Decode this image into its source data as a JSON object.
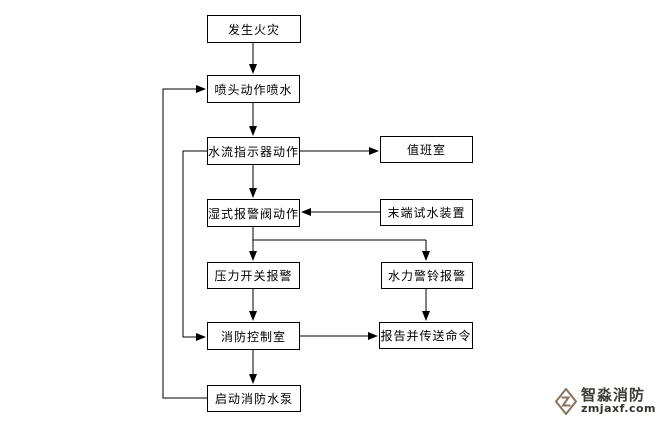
{
  "diagram": {
    "title_hint": "wet pipe sprinkler system fire alarm flowchart",
    "nodes": {
      "fire": {
        "label": "发生火灾"
      },
      "sprinkler": {
        "label": "喷头动作喷水"
      },
      "flow": {
        "label": "水流指示器动作"
      },
      "duty": {
        "label": "值班室"
      },
      "wet": {
        "label": "湿式报警阀动作"
      },
      "test": {
        "label": "末端试水装置"
      },
      "pressure": {
        "label": "压力开关报警"
      },
      "bell": {
        "label": "水力警铃报警"
      },
      "control": {
        "label": "消防控制室"
      },
      "report": {
        "label": "报告并传送命令"
      },
      "pump": {
        "label": "启动消防水泵"
      }
    },
    "edges": [
      {
        "from": "fire",
        "to": "sprinkler"
      },
      {
        "from": "sprinkler",
        "to": "flow"
      },
      {
        "from": "flow",
        "to": "duty"
      },
      {
        "from": "flow",
        "to": "wet"
      },
      {
        "from": "test",
        "to": "wet"
      },
      {
        "from": "wet",
        "to": "pressure"
      },
      {
        "from": "wet",
        "to": "bell"
      },
      {
        "from": "pressure",
        "to": "control"
      },
      {
        "from": "bell",
        "to": "report"
      },
      {
        "from": "control",
        "to": "report"
      },
      {
        "from": "control",
        "to": "pump"
      },
      {
        "from": "pump",
        "to": "sprinkler"
      },
      {
        "from": "flow",
        "to": "control"
      }
    ],
    "colors": {
      "line": "#000000",
      "box_border": "#000000",
      "box_fill": "#ffffff",
      "background": "#ffffff"
    }
  },
  "watermark": {
    "brand": "智淼消防",
    "domain": "zmjaxf.com",
    "icon": "diamond-z-logo-icon",
    "icon_color": "#8a7261",
    "text_color": "#3f3c38"
  }
}
